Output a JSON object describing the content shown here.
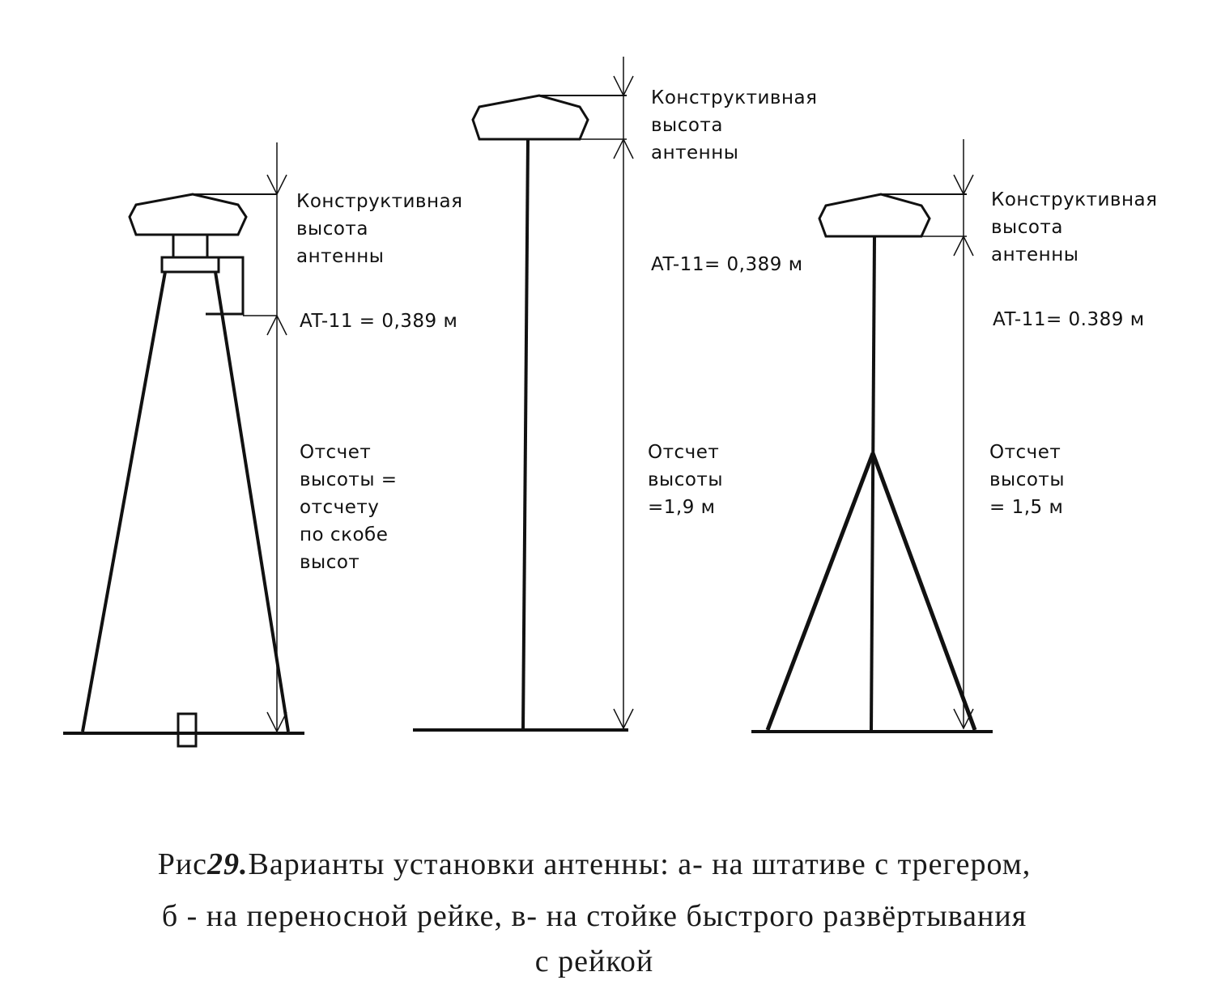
{
  "diagram_a": {
    "dim_top_label": [
      "Конструктивная",
      "высота",
      "антенны"
    ],
    "dim_mid_label": "AT-11 = 0,389 м",
    "dim_bottom_label": [
      "Отсчет",
      "высоты =",
      "отсчету",
      "по скобе",
      "высот"
    ]
  },
  "diagram_b": {
    "dim_top_label": [
      "Конструктивная",
      "высота",
      "антенны"
    ],
    "dim_mid_label": "AT-11= 0,389 м",
    "dim_bottom_label": [
      "Отсчет",
      "высоты",
      "=1,9 м"
    ]
  },
  "diagram_c": {
    "dim_top_label": [
      "Конструктивная",
      "высота",
      "антенны"
    ],
    "dim_mid_label": "AT-11= 0.389 м",
    "dim_bottom_label": [
      "Отсчет",
      "высоты",
      "= 1,5 м"
    ]
  },
  "caption": {
    "prefix": "Рис",
    "number": "29.",
    "line1": "Варианты установки антенны: а- на штативе с трегером,",
    "line2": "б - на переносной рейке, в- на стойке быстрого развёртывания",
    "line3": "с рейкой"
  },
  "colors": {
    "ink": "#111111",
    "background": "#ffffff"
  }
}
